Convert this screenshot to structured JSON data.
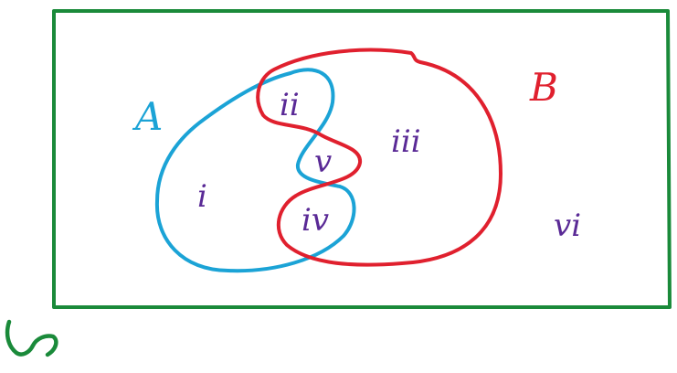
{
  "diagram": {
    "universe_label": "S",
    "set_a_label": "A",
    "set_b_label": "B",
    "regions": {
      "i": "i",
      "ii": "ii",
      "iii": "iii",
      "iv": "iv",
      "v": "v",
      "vi": "vi"
    }
  },
  "colors": {
    "universe": "#1a8a3a",
    "set_a": "#1ba3d6",
    "set_b": "#e0202e",
    "region_text": "#5a2a96"
  }
}
